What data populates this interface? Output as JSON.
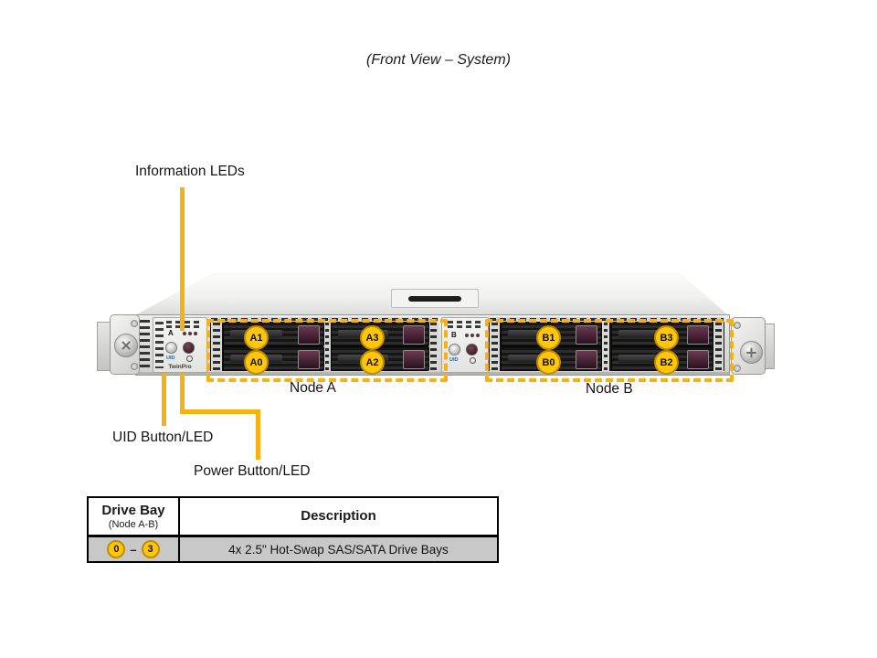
{
  "title": "(Front View – System)",
  "labels": {
    "information_leds": "Information LEDs",
    "uid": "UID Button/LED",
    "power": "Power Button/LED",
    "node_a": "Node A",
    "node_b": "Node B"
  },
  "server": {
    "brand": "TwinPro",
    "panel_a": {
      "letter": "A",
      "uid": "UID"
    },
    "panel_b": {
      "letter": "B",
      "uid": "UID"
    },
    "drives": [
      "A1",
      "A0",
      "A3",
      "A2",
      "B1",
      "B0",
      "B3",
      "B2"
    ]
  },
  "icons": {
    "led_dot": "•",
    "power": "⭘",
    "screw_x": "✕",
    "screw_phillips": "+"
  },
  "colors": {
    "accent_yellow": "#F9B013",
    "badge_fill": "#FFC60B",
    "badge_ring": "#BE8E00",
    "table_row_gray": "#C8C8C8",
    "chassis_light": "#EFEFED",
    "drive_dark": "#1A1A1A"
  },
  "table": {
    "header": {
      "col1_title": "Drive Bay",
      "col1_sub": "(Node A-B)",
      "col2_title": "Description"
    },
    "row": {
      "start": "0",
      "dash": "–",
      "end": "3",
      "description": "4x 2.5\" Hot-Swap SAS/SATA Drive Bays"
    }
  }
}
